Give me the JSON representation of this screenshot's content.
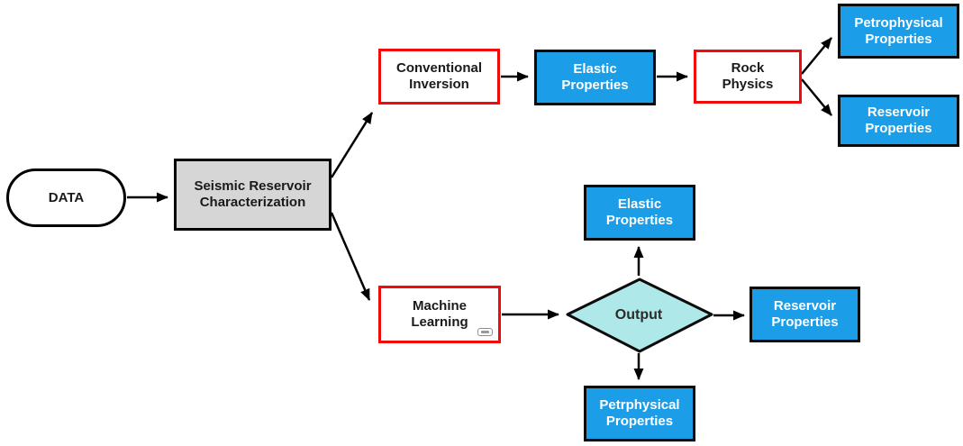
{
  "diagram": {
    "type": "flowchart",
    "nodes": {
      "data": {
        "label": "DATA",
        "shape": "stadium"
      },
      "seismic": {
        "label": "Seismic Reservoir Characterization",
        "shape": "rect-gray"
      },
      "conventional": {
        "label": "Conventional Inversion",
        "shape": "rect-red-border"
      },
      "elastic_top": {
        "label": "Elastic Properties",
        "shape": "rect-blue"
      },
      "rock": {
        "label": "Rock Physics",
        "shape": "rect-red-border"
      },
      "petro_top": {
        "label": "Petrophysical Properties",
        "shape": "rect-blue"
      },
      "reservoir_top": {
        "label": "Reservoir Properties",
        "shape": "rect-blue"
      },
      "ml": {
        "label": "Machine Learning",
        "shape": "rect-red-border"
      },
      "output": {
        "label": "Output",
        "shape": "diamond"
      },
      "elastic_bottom": {
        "label": "Elastic Properties",
        "shape": "rect-blue"
      },
      "reservoir_bottom": {
        "label": "Reservoir Properties",
        "shape": "rect-blue"
      },
      "petro_bottom": {
        "label": "Petrphysical Properties",
        "shape": "rect-blue"
      }
    },
    "edges": [
      "data -> seismic",
      "seismic -> conventional",
      "seismic -> ml",
      "conventional -> elastic_top",
      "elastic_top -> rock",
      "rock -> petro_top",
      "rock -> reservoir_top",
      "ml -> output",
      "output -> elastic_bottom",
      "output -> reservoir_bottom",
      "output -> petro_bottom"
    ],
    "icons": {
      "ml_watermark": "link-badge-icon"
    },
    "colors": {
      "node_blue": "#1B9DE8",
      "node_blue_text": "#FFFFFF",
      "diamond_fill": "#AEE8E8",
      "gray_fill": "#D6D6D6",
      "red_border": "#F10C0C",
      "line": "#000000",
      "background": "#FFFFFF"
    }
  }
}
